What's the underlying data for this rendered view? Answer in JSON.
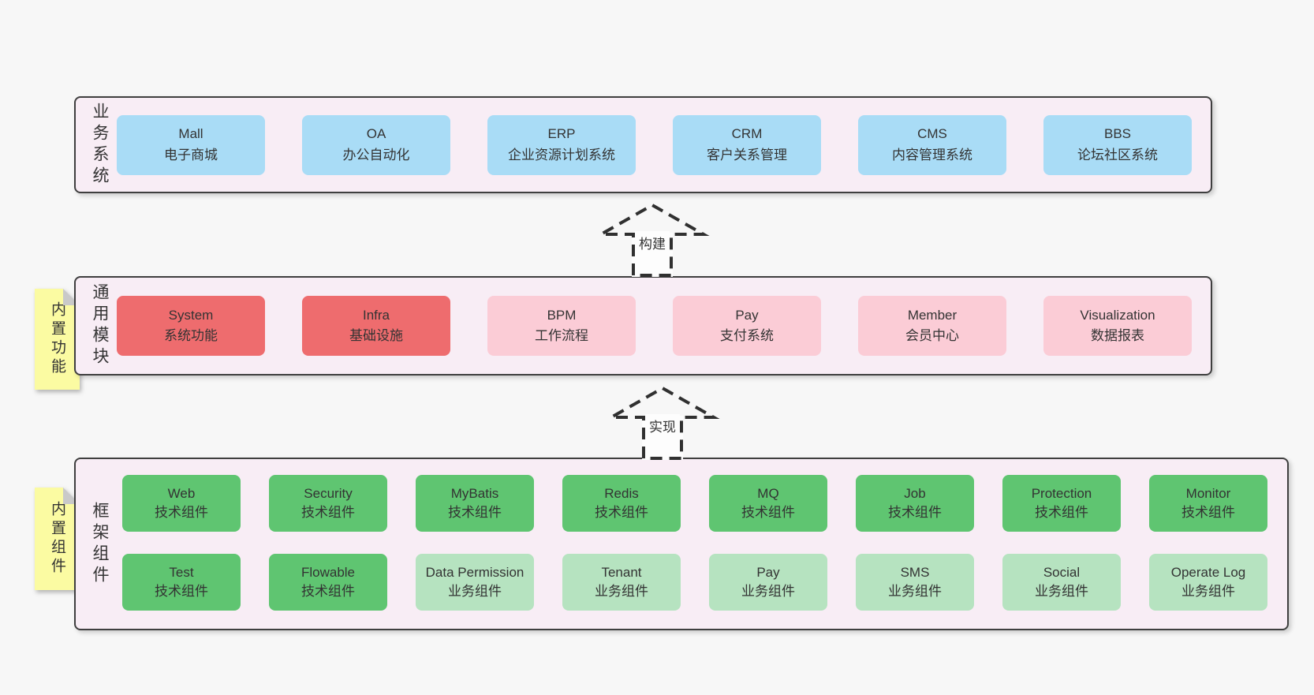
{
  "colors": {
    "page_bg": "#f7f7f7",
    "container_bg": "#f8edf5",
    "blue": "#a9dcf6",
    "red": "#ee6c6e",
    "pink": "#fbccd6",
    "green_dark": "#5fc571",
    "green_light": "#b6e3c0",
    "yellow": "#fbfba2",
    "fold_gray": "#c9c9c9"
  },
  "layers": [
    {
      "label": "业务系统",
      "boxes": [
        {
          "name": "Mall",
          "desc": "电子商城"
        },
        {
          "name": "OA",
          "desc": "办公自动化"
        },
        {
          "name": "ERP",
          "desc": "企业资源计划系统"
        },
        {
          "name": "CRM",
          "desc": "客户关系管理"
        },
        {
          "name": "CMS",
          "desc": "内容管理系统"
        },
        {
          "name": "BBS",
          "desc": "论坛社区系统"
        }
      ]
    },
    {
      "label": "通用模块",
      "note": "内置功能",
      "boxes": [
        {
          "name": "System",
          "desc": "系统功能"
        },
        {
          "name": "Infra",
          "desc": "基础设施"
        },
        {
          "name": "BPM",
          "desc": "工作流程"
        },
        {
          "name": "Pay",
          "desc": "支付系统"
        },
        {
          "name": "Member",
          "desc": "会员中心"
        },
        {
          "name": "Visualization",
          "desc": "数据报表"
        }
      ]
    },
    {
      "label": "框架组件",
      "note": "内置组件",
      "rows": [
        [
          {
            "name": "Web",
            "desc": "技术组件"
          },
          {
            "name": "Security",
            "desc": "技术组件"
          },
          {
            "name": "MyBatis",
            "desc": "技术组件"
          },
          {
            "name": "Redis",
            "desc": "技术组件"
          },
          {
            "name": "MQ",
            "desc": "技术组件"
          },
          {
            "name": "Job",
            "desc": "技术组件"
          },
          {
            "name": "Protection",
            "desc": "技术组件"
          },
          {
            "name": "Monitor",
            "desc": "技术组件"
          }
        ],
        [
          {
            "name": "Test",
            "desc": "技术组件"
          },
          {
            "name": "Flowable",
            "desc": "技术组件"
          },
          {
            "name": "Data Permission",
            "desc": "业务组件"
          },
          {
            "name": "Tenant",
            "desc": "业务组件"
          },
          {
            "name": "Pay",
            "desc": "业务组件"
          },
          {
            "name": "SMS",
            "desc": "业务组件"
          },
          {
            "name": "Social",
            "desc": "业务组件"
          },
          {
            "name": "Operate Log",
            "desc": "业务组件"
          }
        ]
      ]
    }
  ],
  "arrows": [
    {
      "label": "构建"
    },
    {
      "label": "实现"
    }
  ]
}
